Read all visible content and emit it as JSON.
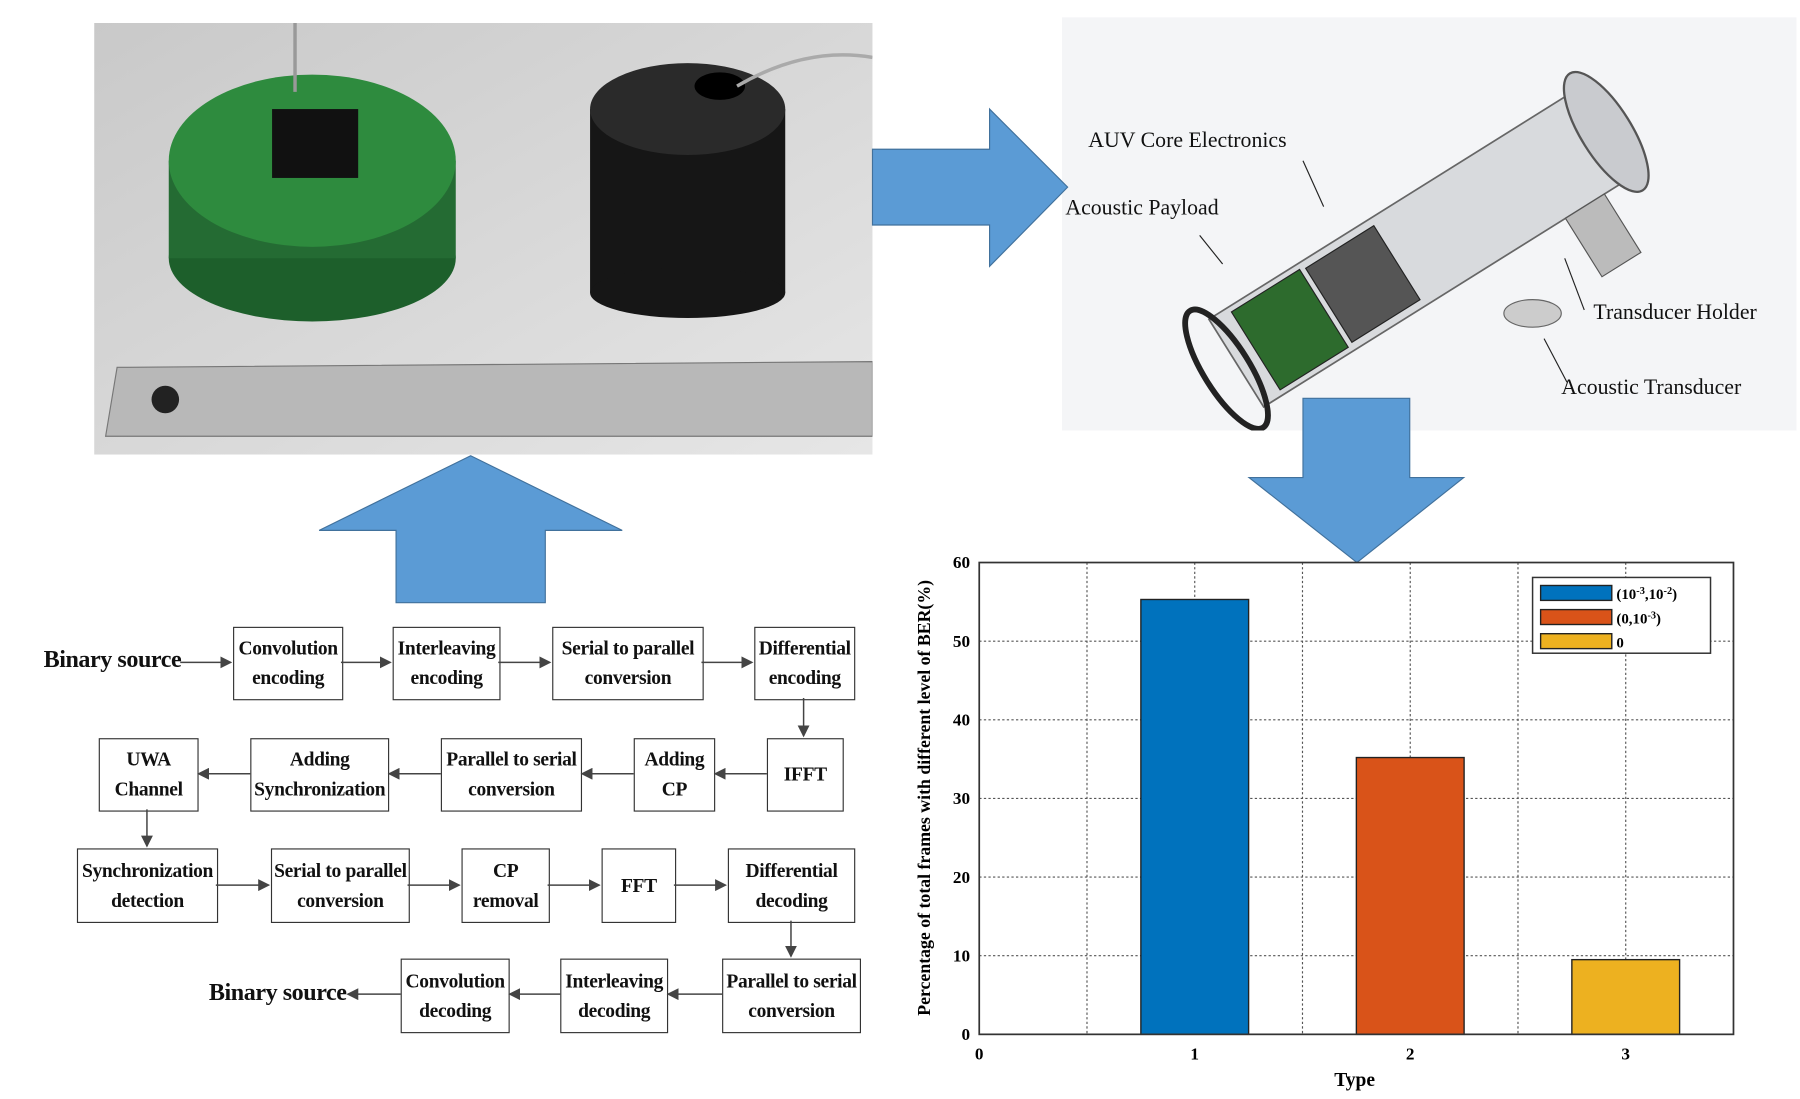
{
  "colors": {
    "arrow": "#5b9bd5",
    "bar1": "#0072bd",
    "bar2": "#d95319",
    "bar3": "#edb120",
    "pcb": "#2e8b3e"
  },
  "cad_labels": {
    "core": "AUV Core Electronics",
    "payload": "Acoustic Payload",
    "holder": "Transducer Holder",
    "transducer": "Acoustic Transducer"
  },
  "flowchart": {
    "source_in": "Binary source",
    "source_out": "Binary source",
    "row1": [
      [
        "Convolution",
        "encoding"
      ],
      [
        "Interleaving",
        "encoding"
      ],
      [
        "Serial to parallel",
        "conversion"
      ],
      [
        "Differential",
        "encoding"
      ]
    ],
    "row2": [
      [
        "UWA",
        "Channel"
      ],
      [
        "Adding",
        "Synchronization"
      ],
      [
        "Parallel to serial",
        "conversion"
      ],
      [
        "Adding",
        "CP"
      ],
      [
        "IFFT"
      ]
    ],
    "row3": [
      [
        "Synchronization",
        "detection"
      ],
      [
        "Serial to parallel",
        "conversion"
      ],
      [
        "CP",
        "removal"
      ],
      [
        "FFT"
      ],
      [
        "Differential",
        "decoding"
      ]
    ],
    "row4": [
      [
        "Convolution",
        "decoding"
      ],
      [
        "Interleaving",
        "decoding"
      ],
      [
        "Parallel to serial",
        "conversion"
      ]
    ]
  },
  "chart_data": {
    "type": "bar",
    "categories": [
      1,
      2,
      3
    ],
    "series": [
      {
        "name": "(10^-3,10^-2)",
        "label_main": "(10",
        "sup1": "-3",
        "mid": ",10",
        "sup2": "-2",
        "end": ")",
        "x": 1,
        "value": 55.3
      },
      {
        "name": "(0,10^-3)",
        "label_main": "(0,10",
        "sup1": "-3",
        "end": ")",
        "x": 2,
        "value": 35.2
      },
      {
        "name": "0",
        "label_main": "0",
        "x": 3,
        "value": 9.5
      }
    ],
    "xlabel": "Type",
    "ylabel": "Percentage of total frames with different level of BER(%)",
    "xlim": [
      0,
      3.5
    ],
    "ylim": [
      0,
      60
    ],
    "xticks": [
      "0",
      "1",
      "2",
      "3"
    ],
    "yticks": [
      "0",
      "10",
      "20",
      "30",
      "40",
      "50",
      "60"
    ],
    "grid": true,
    "legend_position": "top-right"
  }
}
